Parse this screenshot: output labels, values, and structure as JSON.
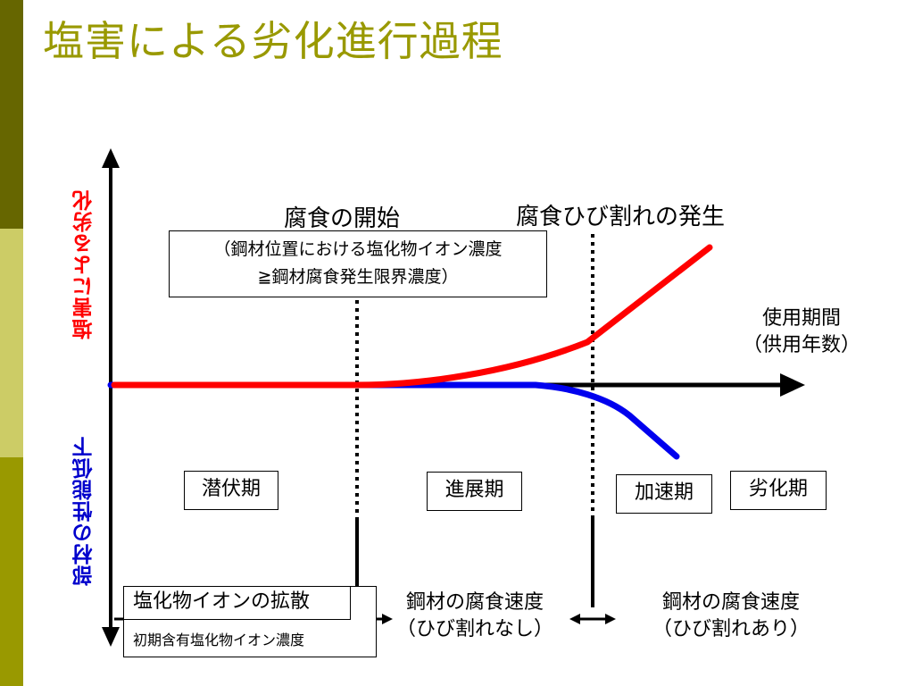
{
  "title": "塩害による劣化進行過程",
  "y_axis": {
    "upper_label": "塩害による劣化",
    "lower_label": "部材の性能低下",
    "upper_color": "#ff0000",
    "lower_color": "#0000cc"
  },
  "x_axis": {
    "label_line1": "使用期間",
    "label_line2": "（供用年数）"
  },
  "events": {
    "corrosion_start": "腐食の開始",
    "crack_start": "腐食ひび割れの発生"
  },
  "condition": {
    "line1": "（鋼材位置における塩化物イオン濃度",
    "line2": "≧鋼材腐食発生限界濃度）"
  },
  "phases": {
    "latent": "潜伏期",
    "progress": "進展期",
    "acceleration": "加速期",
    "deterioration": "劣化期"
  },
  "mechanisms": {
    "diffusion": "塩化物イオンの拡散",
    "initial": "初期含有塩化物イオン濃度",
    "speed_no_crack_1": "鋼材の腐食速度",
    "speed_no_crack_2": "（ひび割れなし）",
    "speed_crack_1": "鋼材の腐食速度",
    "speed_crack_2": "（ひび割れあり）"
  },
  "colors": {
    "accent_dark": "#666600",
    "accent_light": "#cccc66",
    "accent_mid": "#999900",
    "title": "#999900",
    "deterioration_curve": "#ff0000",
    "performance_curve": "#0000ee"
  }
}
